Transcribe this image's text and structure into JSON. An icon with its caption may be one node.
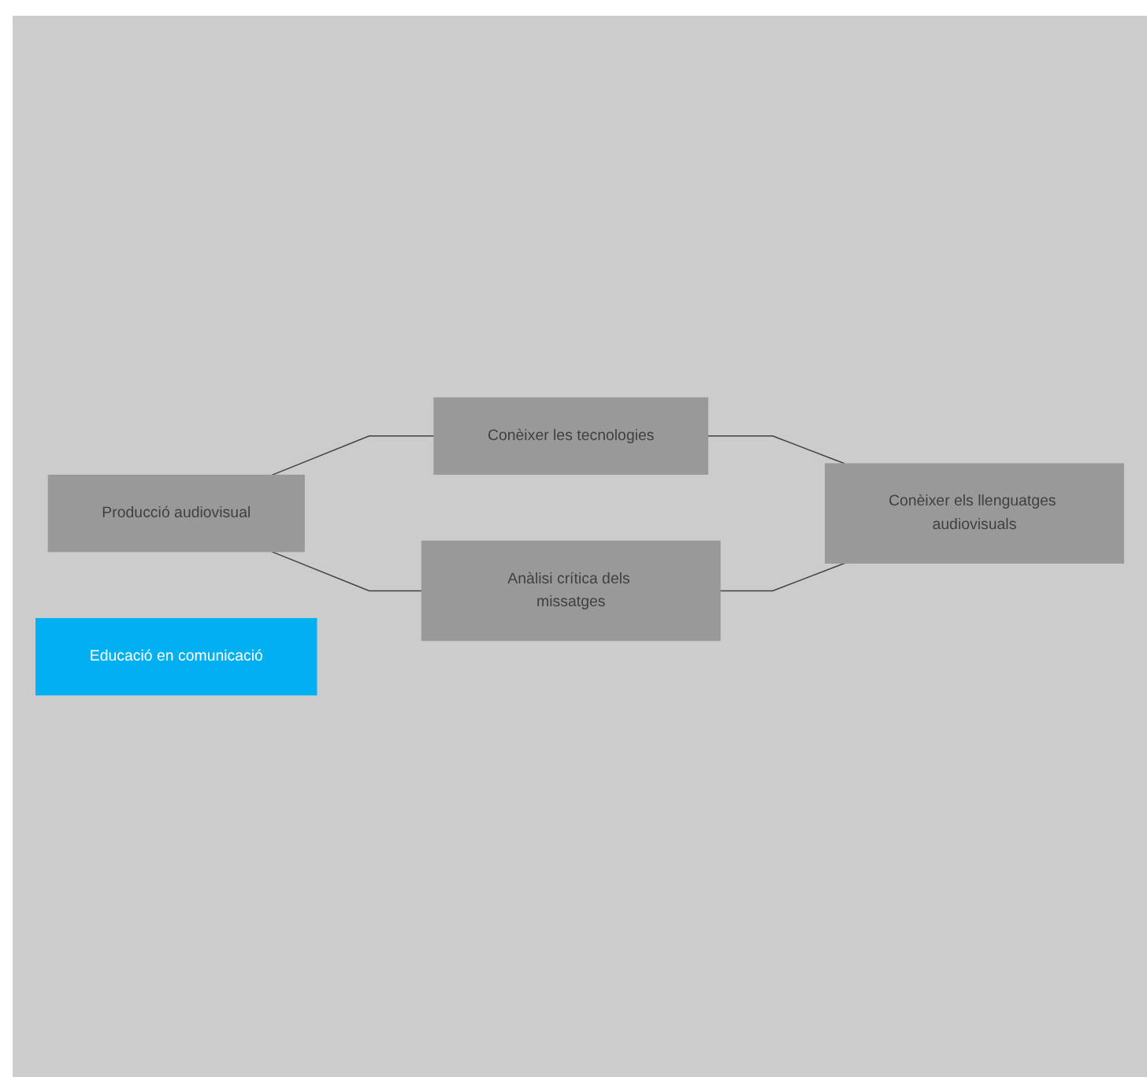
{
  "diagram": {
    "nodes": [
      {
        "text": [
          "Conèixer les tecnologies"
        ]
      },
      {
        "text": [
          "Producció audiovisual"
        ]
      },
      {
        "text": [
          "Educació en comunicació"
        ]
      },
      {
        "text": [
          "Conèixer els llenguatges audiovisuals"
        ]
      },
      {
        "text": [
          "Anàlisi crítica dels missatges"
        ]
      }
    ],
    "edges": [
      {
        "from": 1,
        "to": 0,
        "arrow": "none"
      },
      {
        "from": 0,
        "to": 3,
        "arrow": "none"
      },
      {
        "from": 1,
        "to": 4,
        "arrow": "none"
      },
      {
        "from": 4,
        "to": 3,
        "arrow": "none"
      }
    ]
  }
}
